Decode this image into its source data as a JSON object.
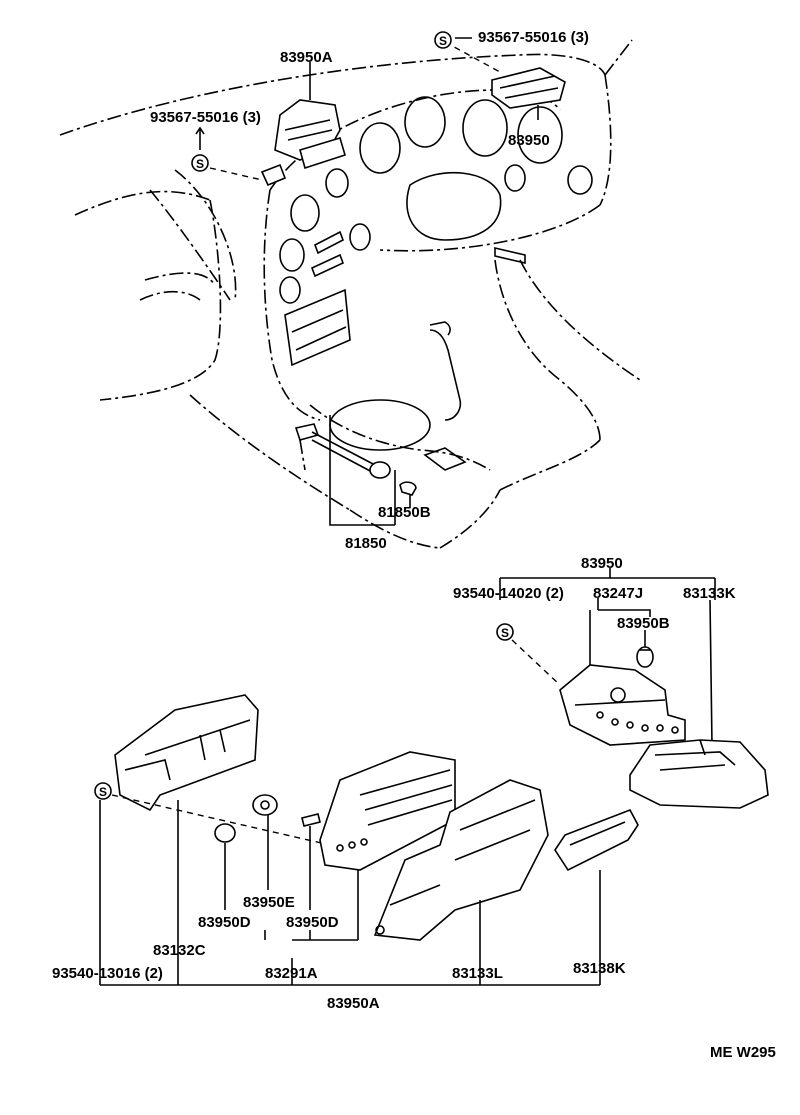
{
  "diagram": {
    "code": "ME W295",
    "screw_symbol": "S",
    "labels": {
      "p_83950A_top": "83950A",
      "p_93567_left": "93567-55016 (3)",
      "p_93567_right": "93567-55016 (3)",
      "p_83950_right": "83950",
      "p_81850B": "81850B",
      "p_81850": "81850",
      "p_83950_group": "83950",
      "p_93540_14020": "93540-14020 (2)",
      "p_83247J": "83247J",
      "p_83133K": "83133K",
      "p_83950B": "83950B",
      "p_83950E": "83950E",
      "p_83950D_left": "83950D",
      "p_83950D_right": "83950D",
      "p_83132C": "83132C",
      "p_93540_13016": "93540-13016 (2)",
      "p_83291A": "83291A",
      "p_83133L": "83133L",
      "p_83138K": "83138K",
      "p_83950A_bottom": "83950A"
    }
  }
}
